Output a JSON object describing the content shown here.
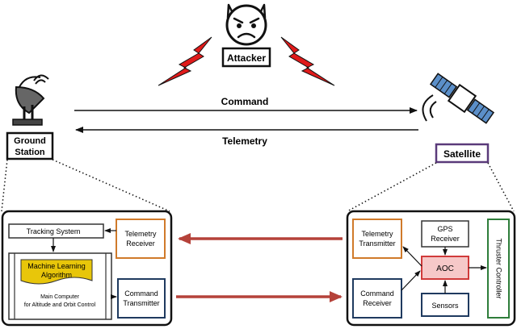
{
  "attacker": {
    "label": "Attacker",
    "icon": "devil-face-icon"
  },
  "ground_station": {
    "label_line1": "Ground",
    "label_line2": "Station",
    "icon": "satellite-dish-icon"
  },
  "satellite": {
    "label": "Satellite",
    "icon": "satellite-icon"
  },
  "links": {
    "command": "Command",
    "telemetry": "Telemetry"
  },
  "ground_panel": {
    "tracking_system": "Tracking System",
    "telemetry_receiver_line1": "Telemetry",
    "telemetry_receiver_line2": "Receiver",
    "ml_line1": "Machine Learning",
    "ml_line2": "Algorithm",
    "main_computer_line1": "Main Computer",
    "main_computer_line2": "for Altitude and Orbit Control",
    "command_transmitter_line1": "Command",
    "command_transmitter_line2": "Transmitter"
  },
  "satellite_panel": {
    "telemetry_transmitter_line1": "Telemetry",
    "telemetry_transmitter_line2": "Transmitter",
    "gps_line1": "GPS",
    "gps_line2": "Receiver",
    "aoc": "AOC",
    "command_receiver_line1": "Command",
    "command_receiver_line2": "Receiver",
    "sensors": "Sensors",
    "thruster_controller": "Thruster Controller"
  },
  "colors": {
    "lightning": "#e01b1b",
    "data_arrow": "#b5423a",
    "orange_box": "#d07a2a",
    "navy_box": "#1f3a5f",
    "ml_fill": "#e8c60a",
    "aoc_fill": "#f6c8c8",
    "aoc_stroke": "#d03a3a",
    "satellite_box": "#5a3a7a",
    "sat_blue": "#5b8fc9"
  }
}
